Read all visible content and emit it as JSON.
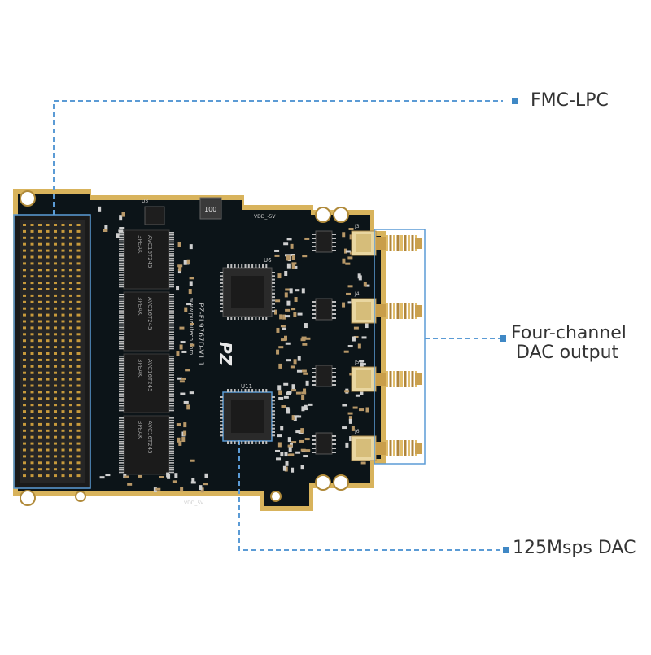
{
  "colors": {
    "callout_line": "#5b9bd5",
    "marker": "#3f88c5",
    "label_text": "#333333",
    "pcb": "#0c1418",
    "gold": "#d8b35c",
    "ic": "#1b1b1b",
    "connector_gold": "#c79a3c"
  },
  "callouts": {
    "fmc": {
      "label": "FMC-LPC"
    },
    "dac_output": {
      "line1": "Four-channel",
      "line2": "DAC output"
    },
    "dac": {
      "label": "125Msps DAC"
    }
  },
  "board": {
    "silkscreen": {
      "model": "PZ-FL9767D-V1.1",
      "vendor": "www.puzhitech.com",
      "logo": "PZ",
      "u6": "U6",
      "u11": "U11",
      "u3": "U3",
      "vdd": "VDD_-5V",
      "vdd5": "VDD_5V",
      "inductor": "100"
    },
    "buffer_chips": [
      {
        "brand": "3PEAK",
        "part": "AVC16T245"
      },
      {
        "brand": "3PEAK",
        "part": "AVC16T245"
      },
      {
        "brand": "3PEAK",
        "part": "AVC16T245"
      },
      {
        "brand": "3PEAK",
        "part": "AVC16T245"
      }
    ],
    "sma_labels": [
      "J3",
      "J4",
      "J5",
      "J6"
    ]
  }
}
